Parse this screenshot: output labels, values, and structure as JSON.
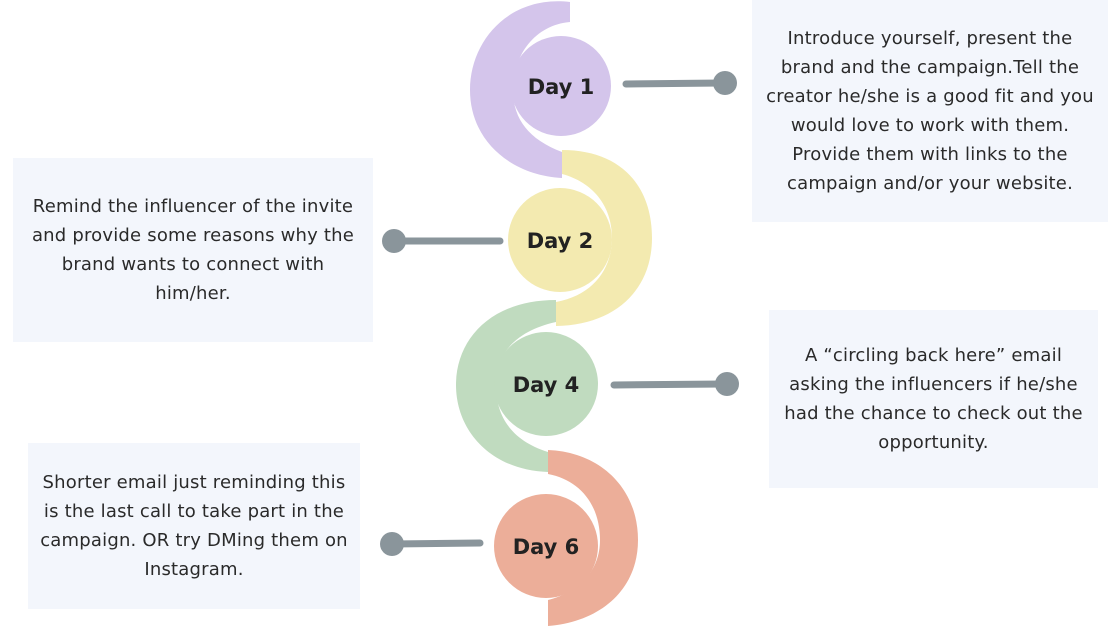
{
  "colors": {
    "day1": "#d4c5eb",
    "day2": "#f3eab0",
    "day3": "#c0dbbf",
    "day4": "#ecae99",
    "connector": "#8a959b",
    "card_bg": "#f3f6fc"
  },
  "steps": [
    {
      "day": "Day 1",
      "text": "Introduce yourself, present the brand and the campaign.Tell the creator he/she is a good fit and you would love to work with them. Provide them with links to the campaign and/or your website."
    },
    {
      "day": "Day 2",
      "text": "Remind the influencer of the invite and provide some reasons why the brand wants to connect with him/her."
    },
    {
      "day": "Day 4",
      "text": "A “circling back here” email asking the influencers if he/she had the chance to check out the opportunity."
    },
    {
      "day": "Day 6",
      "text": "Shorter email just reminding this is the last call to take part in the campaign. OR try DMing them on Instagram."
    }
  ]
}
